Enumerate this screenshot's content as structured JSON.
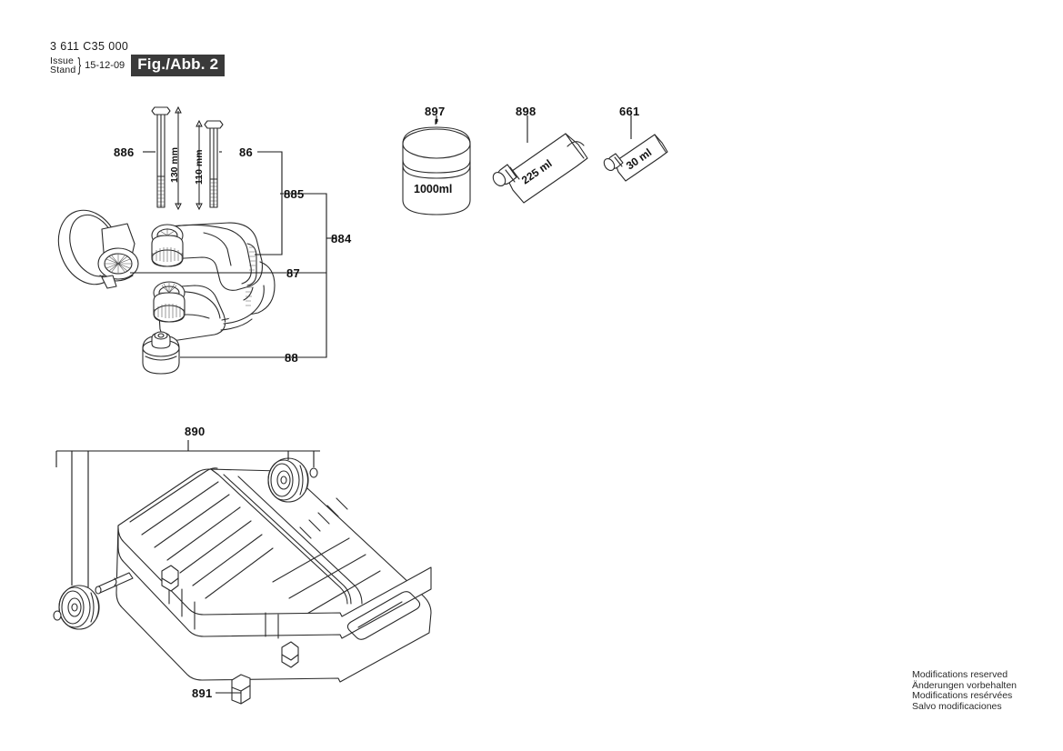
{
  "header": {
    "part_number": "3 611 C35 000",
    "issue_label": "Issue",
    "stand_label": "Stand",
    "brace": "}",
    "date": "15-12-09",
    "figure_badge": "Fig./Abb. 2"
  },
  "footer": {
    "lines": [
      "Modifications reserved",
      "Änderungen vorbehalten",
      "Modifications resérvées",
      "Salvo modificaciones"
    ]
  },
  "callouts": {
    "bolt_long": "886",
    "bolt_short": "86",
    "clamp_group": "885",
    "assembly_group": "884",
    "clamp_body": "87",
    "cap": "88",
    "jar": "897",
    "tube_large": "898",
    "tube_small": "661",
    "case": "890",
    "latch": "891"
  },
  "dimensions": {
    "bolt_long_length": "130 mm",
    "bolt_short_length": "110 mm"
  },
  "vessel_labels": {
    "jar_volume": "1000ml",
    "tube_large_volume": "225 ml",
    "tube_small_volume": "30 ml"
  },
  "colors": {
    "ink": "#1a1a1a",
    "line": "#2b2b2b",
    "badge_bg": "#3a3a3a",
    "badge_fg": "#ffffff",
    "paper": "#ffffff"
  }
}
